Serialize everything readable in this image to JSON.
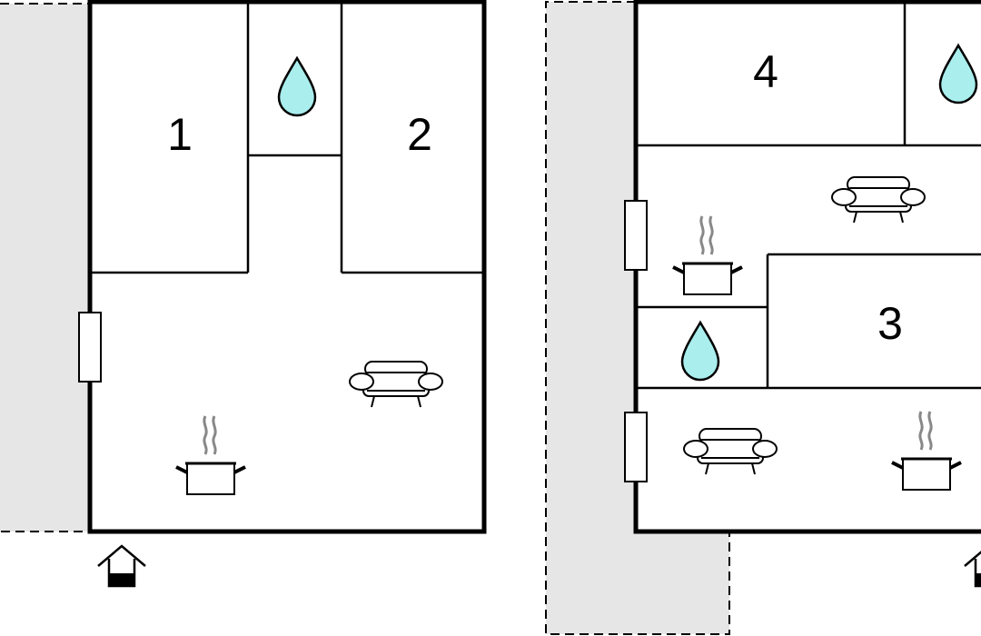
{
  "floorplan": {
    "rooms": [
      {
        "id": "bedroom-1",
        "label": "1"
      },
      {
        "id": "bedroom-2",
        "label": "2"
      },
      {
        "id": "bedroom-3",
        "label": "3"
      },
      {
        "id": "bedroom-4",
        "label": "4"
      }
    ],
    "icons": {
      "bathroom": "water-drop-icon",
      "living": "sofa-icon",
      "kitchen": "cooking-pot-icon",
      "entrance": "house-entrance-icon",
      "window": "window-icon"
    },
    "colors": {
      "wall": "#000000",
      "terrace": "#e6e6e6",
      "water": "#aaeeee",
      "steam": "#888888",
      "background": "#ffffff"
    }
  }
}
